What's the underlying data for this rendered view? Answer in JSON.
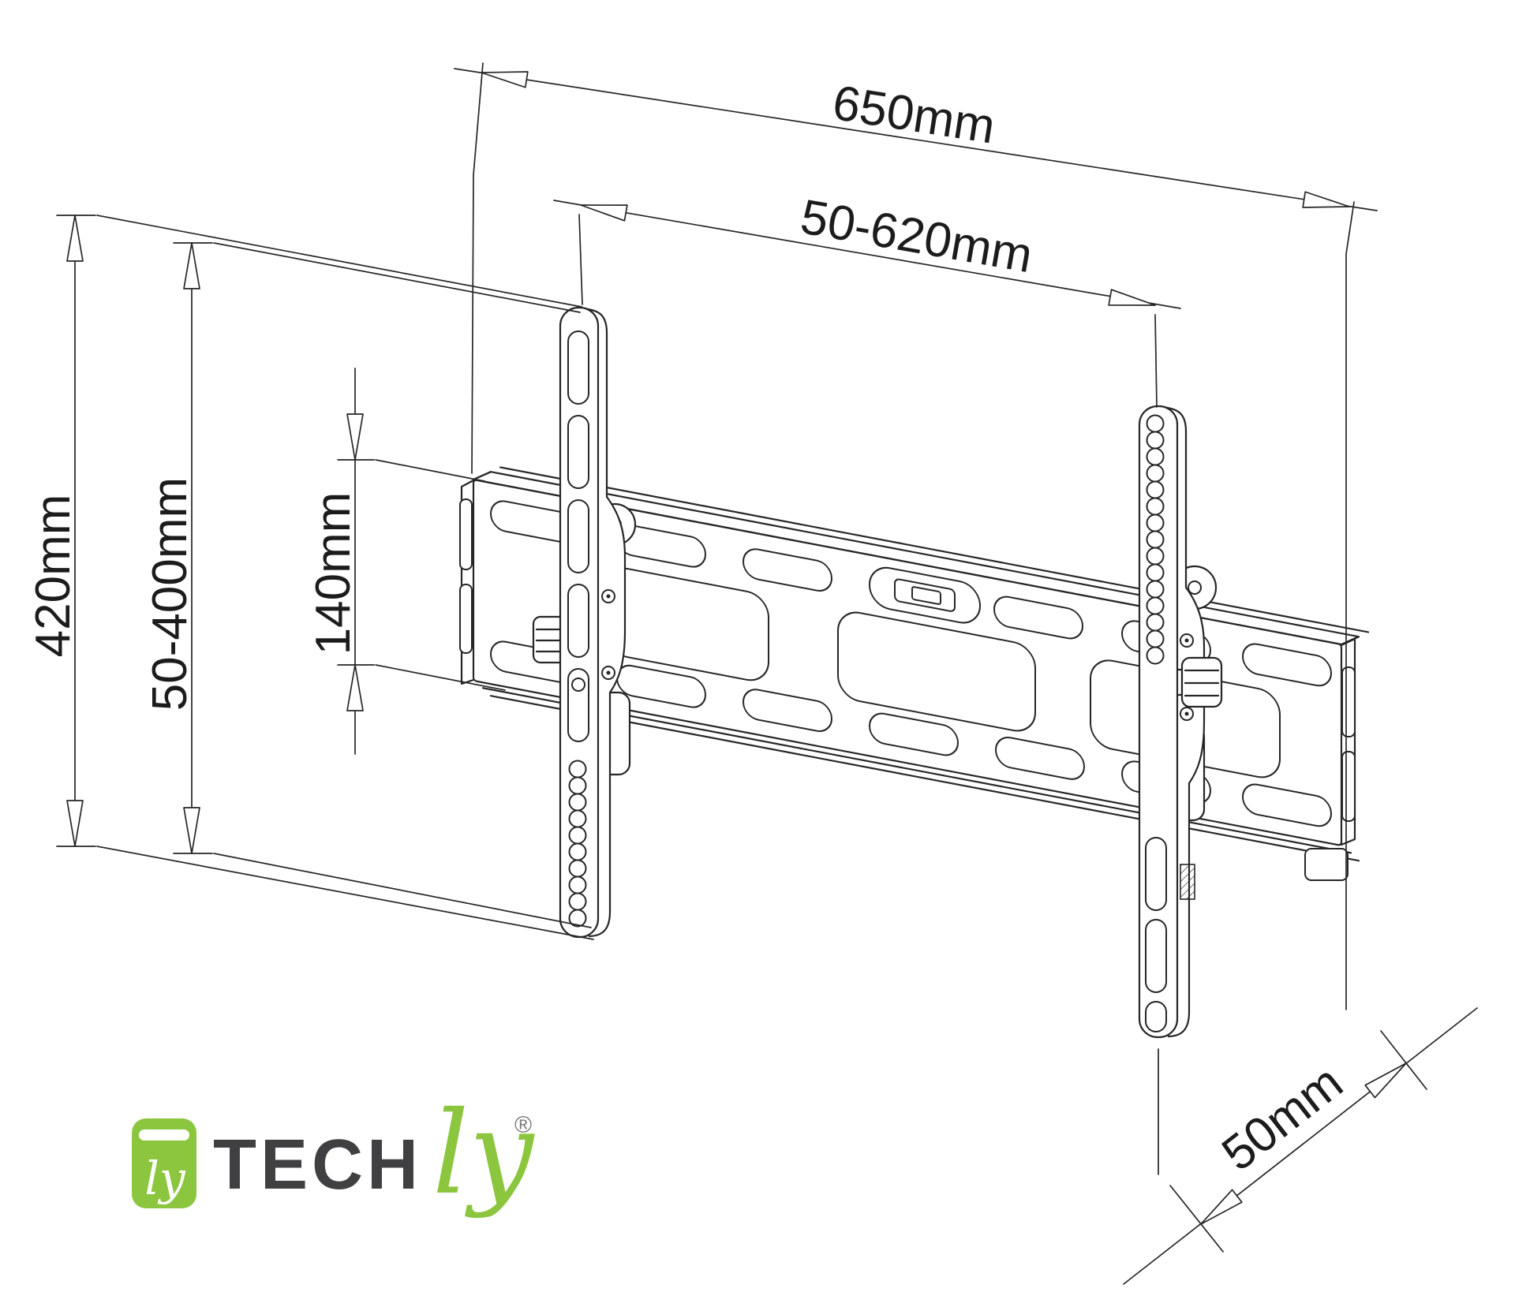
{
  "drawing": {
    "type": "technical dimensional line drawing",
    "subject": "tilting TV wall mount bracket (wall plate with two VESA arms)",
    "units": "mm"
  },
  "dims": {
    "total_width": "650mm",
    "tv_bracket_range": "50-620mm",
    "overall_height": "420mm",
    "vesa_vertical_range": "50-400mm",
    "wall_plate_height": "140mm",
    "wall_clearance": "50mm"
  },
  "logo": {
    "tech": "TECH",
    "ly": "ly",
    "icon_ly": "ly",
    "reg": "®"
  },
  "colors": {
    "line": "#262626",
    "logo_green": "#8CC63F",
    "logo_dark": "#404042",
    "logo_reg_gray": "#77787b",
    "background": "#ffffff"
  }
}
